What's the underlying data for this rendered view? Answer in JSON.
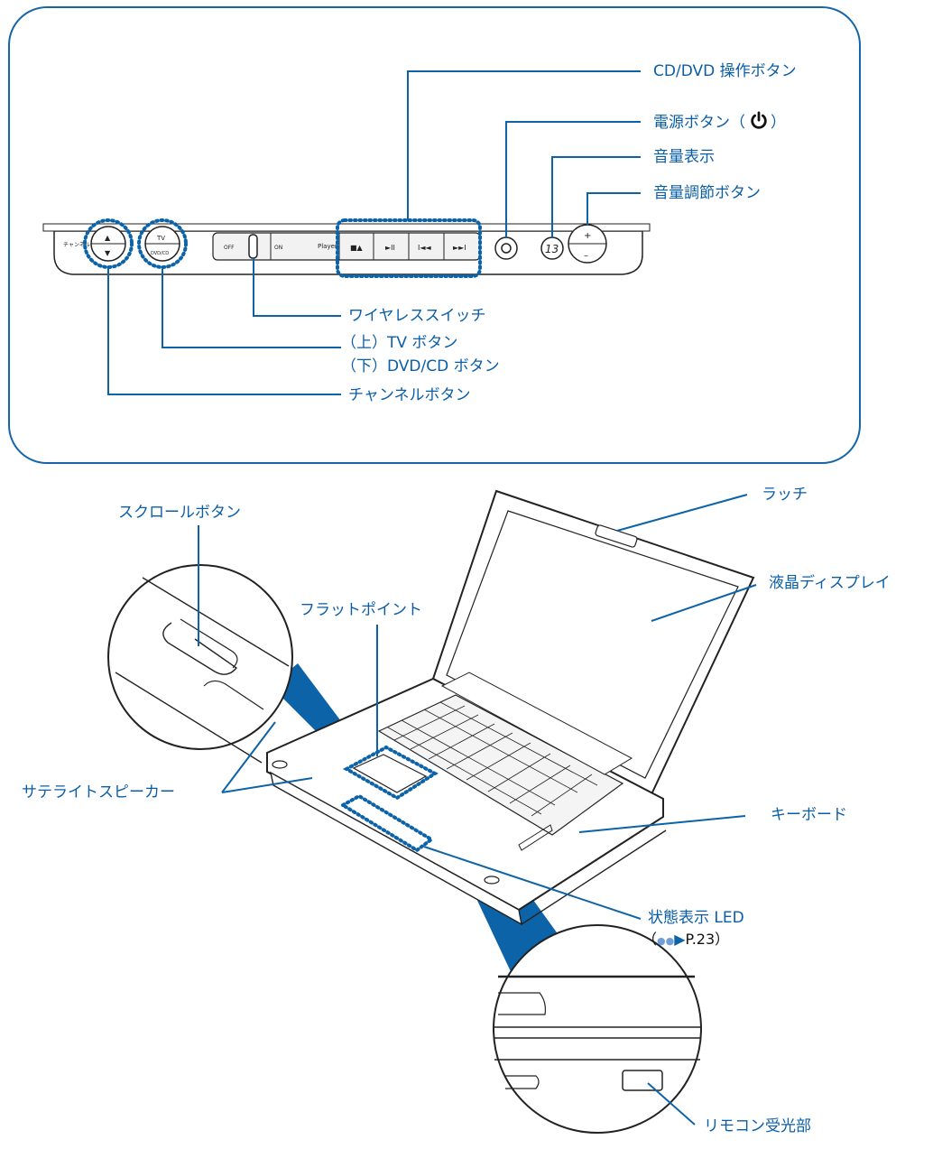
{
  "colors": {
    "label": "#0a5ea8",
    "callout_band": "#0d63a8",
    "panel_border": "#1565a8",
    "outline": "#222222"
  },
  "labels": {
    "cd_dvd_buttons": "CD/DVD 操作ボタン",
    "power_button": "電源ボタン（",
    "power_button_close": "）",
    "power_icon": "power-icon",
    "volume_indicator": "音量表示",
    "volume_buttons": "音量調節ボタン",
    "wireless_switch": "ワイヤレススイッチ",
    "tv_button": "（上）TV ボタン",
    "dvd_cd_button": "（下）DVD/CD ボタン",
    "channel_button": "チャンネルボタン",
    "scroll_button": "スクロールボタン",
    "latch": "ラッチ",
    "lcd_display": "液晶ディスプレイ",
    "flat_point": "フラットポイント",
    "keyboard": "キーボード",
    "satellite_speakers": "サテライトスピーカー",
    "status_led": "状態表示 LED",
    "status_led_ref_open": "（",
    "status_led_ref_page": "P.23",
    "status_led_ref_close": "）",
    "remote_receiver": "リモコン受光部"
  },
  "panel": {
    "channel_symbol": "チャンネル",
    "tv": "TV",
    "dvdcd": "DVD/CD",
    "off": "OFF",
    "on": "ON",
    "player": "Player",
    "eject_play": "■▲",
    "play_pause": "►II",
    "prev": "I◄◄",
    "next": "►►I",
    "vol_plus": "+",
    "vol_minus": "–",
    "vol_digits": "13"
  }
}
